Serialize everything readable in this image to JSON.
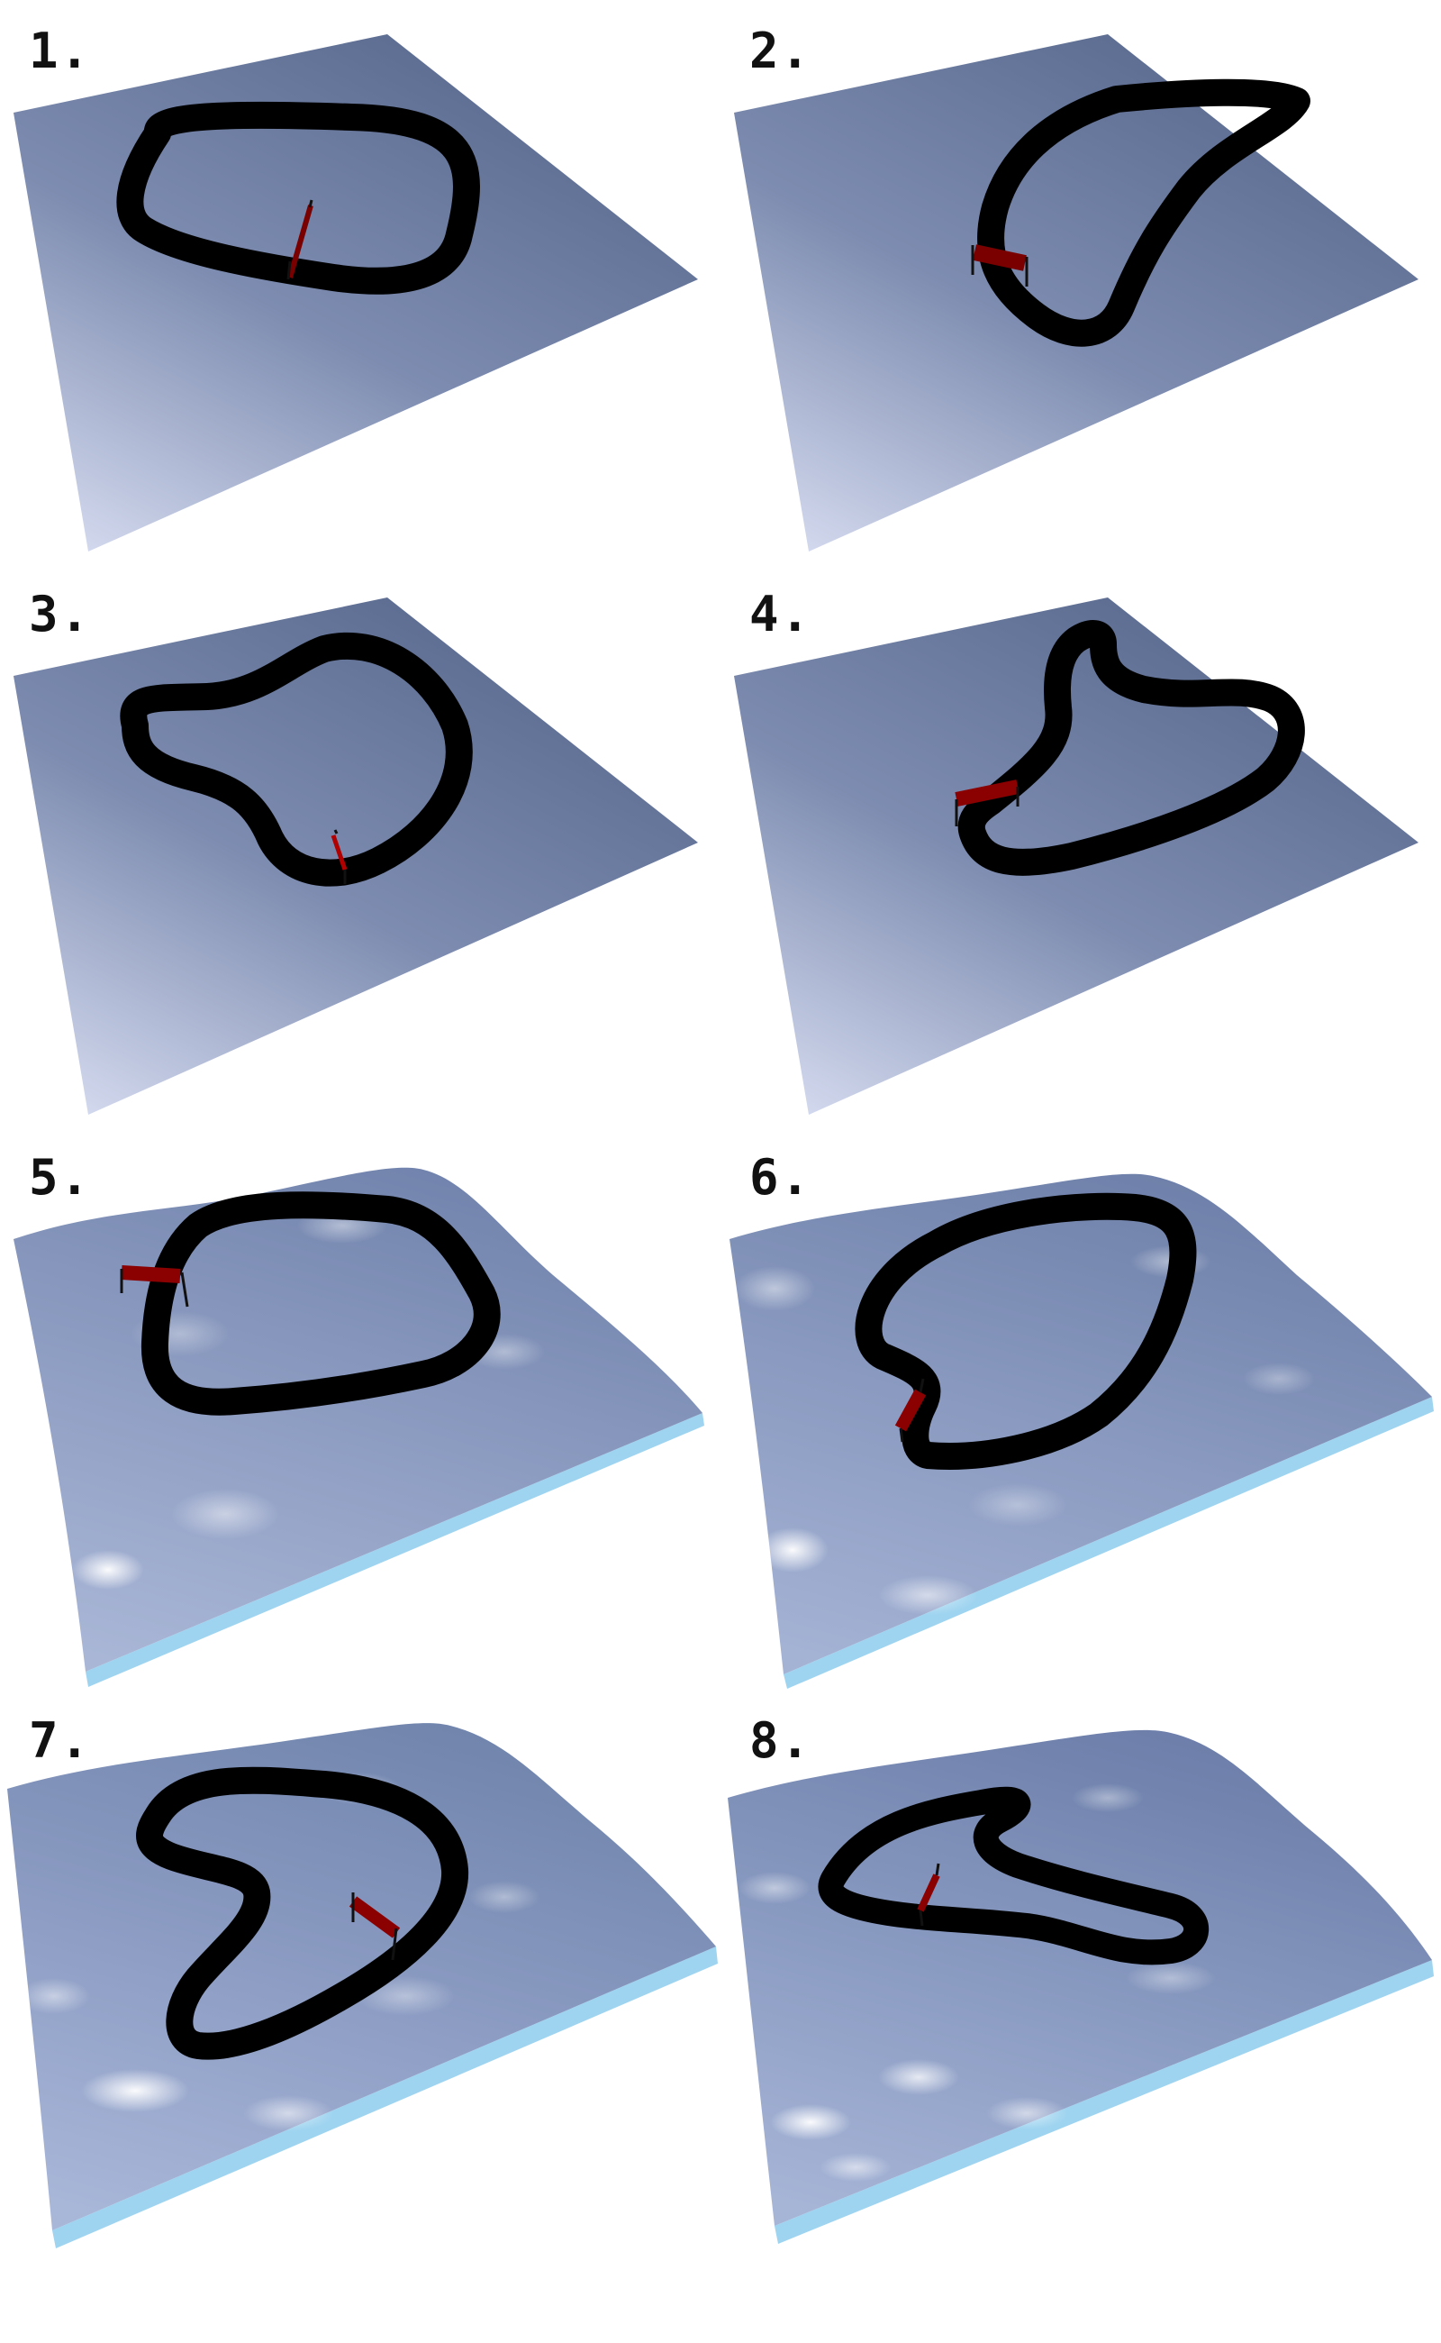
{
  "panels": [
    {
      "label": "1.",
      "terrain": "flat"
    },
    {
      "label": "2.",
      "terrain": "flat"
    },
    {
      "label": "3.",
      "terrain": "flat"
    },
    {
      "label": "4.",
      "terrain": "flat"
    },
    {
      "label": "5.",
      "terrain": "rough"
    },
    {
      "label": "6.",
      "terrain": "rough"
    },
    {
      "label": "7.",
      "terrain": "rough"
    },
    {
      "label": "8.",
      "terrain": "rough"
    }
  ],
  "colors": {
    "flat_top": "#5e6e93",
    "flat_bottom": "#c4cce6",
    "rough_base": "#8797bd",
    "rough_highlight": "#e8eefa",
    "rough_edge": "#9fd4f0",
    "track": "#000000",
    "gate": "#8b0000"
  }
}
